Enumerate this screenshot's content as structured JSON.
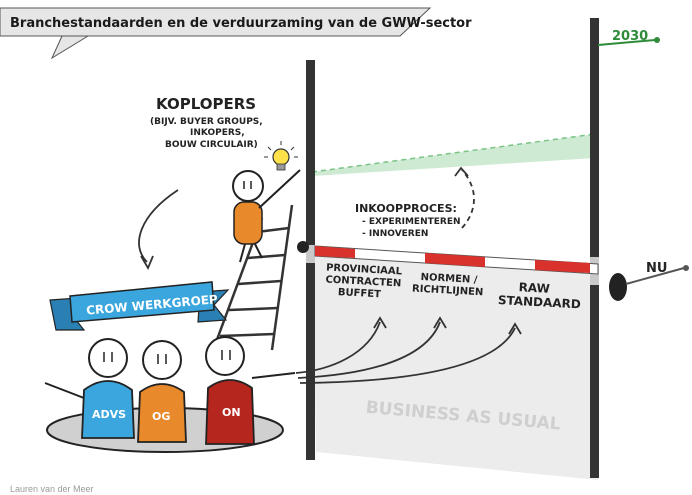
{
  "title": "Branchestandaarden en de verduurzaming van de GWW-sector",
  "year_label": "2030",
  "now_label": "NU",
  "koplopers": {
    "heading": "KOPLOPERS",
    "lines": [
      "(BIJV. BUYER GROUPS,",
      "INKOPERS,",
      "BOUW CIRCULAIR)"
    ]
  },
  "crow_label": "CROW WERKGROEP",
  "groups": [
    {
      "label": "ADVS",
      "color": "#3aa6dd"
    },
    {
      "label": "OG",
      "color": "#e8892b"
    },
    {
      "label": "ON",
      "color": "#b5261e"
    }
  ],
  "inkoop": {
    "heading": "INKOOPPROCES:",
    "items": [
      "- EXPERIMENTEREN",
      "- INNOVEREN"
    ]
  },
  "standards": [
    {
      "lines": [
        "PROVINCIAAL",
        "CONTRACTEN",
        "BUFFET"
      ]
    },
    {
      "lines": [
        "NORMEN /",
        "RICHTLIJNEN"
      ]
    },
    {
      "lines": [
        "RAW",
        "STANDAARD"
      ]
    }
  ],
  "business_as_usual": "BUSINESS AS USUAL",
  "credit": "Lauren van der Meer",
  "colors": {
    "green": "#2e8b3a",
    "red": "#d9312b",
    "orange": "#e8892b",
    "blue": "#3aa6dd",
    "darkred": "#b5261e"
  }
}
